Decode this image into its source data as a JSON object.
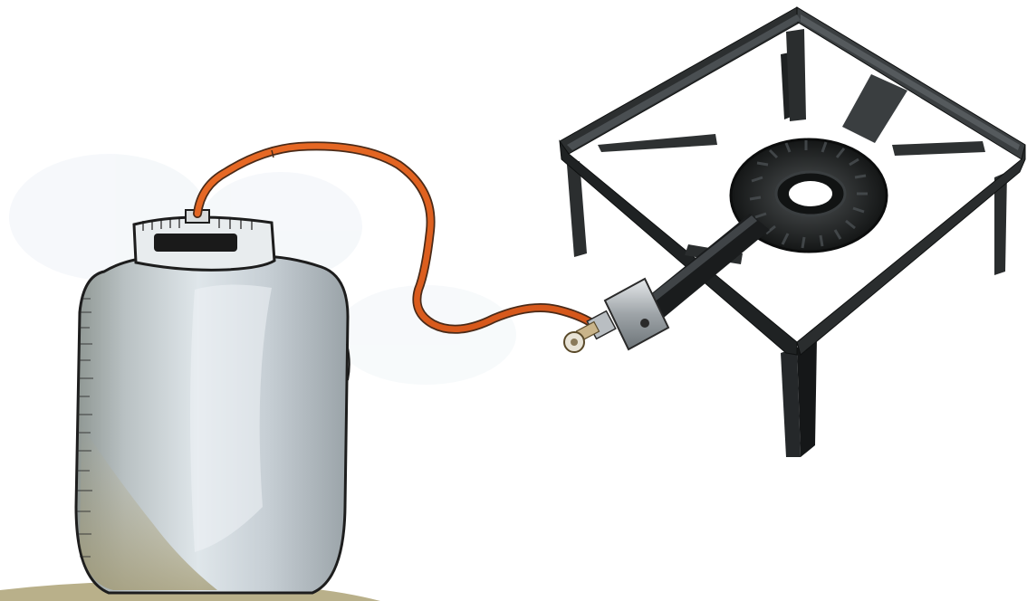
{
  "scene": {
    "description_free": true,
    "objects": [
      {
        "id": "gas-tank",
        "icon": "propane-tank-icon"
      },
      {
        "id": "gas-hose",
        "icon": "hose-icon"
      },
      {
        "id": "burner-stand",
        "icon": "gas-burner-stove-icon"
      }
    ]
  },
  "colors": {
    "background": "#ffffff",
    "tank_body": "#c9d0d6",
    "tank_highlight": "#e9eef1",
    "tank_shadow": "#9aa3a0",
    "tank_stain": "#b7ae8a",
    "hose": "#e2611f",
    "hose_outline": "#4a2a18",
    "ground": "#b9b08a",
    "stand_metal": "#2c2f30",
    "stand_dark": "#161819",
    "burner_ring": "#1e2021",
    "valve_metal": "#b9bec2",
    "valve_brass": "#c9b48a",
    "watermark": "#eef3f7"
  }
}
